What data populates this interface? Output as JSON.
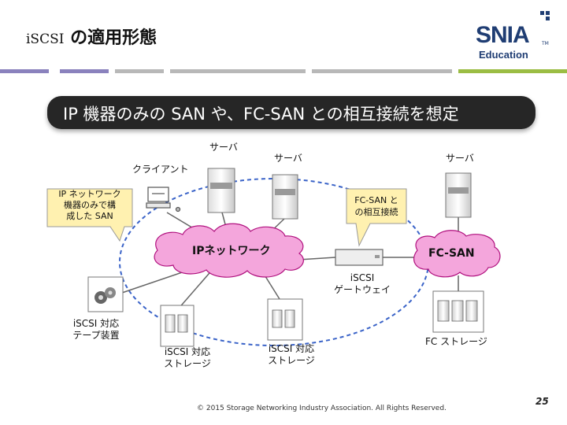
{
  "title": {
    "ascii": "iSCSI",
    "rest": " の適用形態"
  },
  "logo": {
    "main": "SNIA",
    "tm": "TM",
    "sub": "Education"
  },
  "banner": "IP 機器のみの SAN や、FC-SAN との相互接続を想定",
  "labels": {
    "server1": "サーバ",
    "server2": "サーバ",
    "server3": "サーバ",
    "client": "クライアント",
    "callout_ip": [
      "IP ネットワーク",
      "機器のみで構",
      "成した SAN"
    ],
    "callout_fc": [
      "FC-SAN と",
      "の相互接続"
    ],
    "ip_network": "IPネットワーク",
    "fc_san": "FC-SAN",
    "gateway": [
      "iSCSI",
      "ゲートウェイ"
    ],
    "tape": [
      "iSCSI 対応",
      "テープ装置"
    ],
    "storage1": [
      "iSCSI 対応",
      "ストレージ"
    ],
    "storage2": [
      "iSCSI 対応",
      "ストレージ"
    ],
    "fc_storage": "FC ストレージ"
  },
  "footer": "© 2015 Storage Networking Industry Association. All Rights Reserved.",
  "page_number": "25",
  "colors": {
    "accent_green": "#9bbd44",
    "accent_purple": "#8a82bd",
    "accent_gray": "#b8b8b8",
    "logo_navy": "#1f3d73",
    "cloud_pink": "#f4a6dc",
    "callout_yellow": "#fff1b0",
    "ellipse_blue": "#3a63c8"
  }
}
